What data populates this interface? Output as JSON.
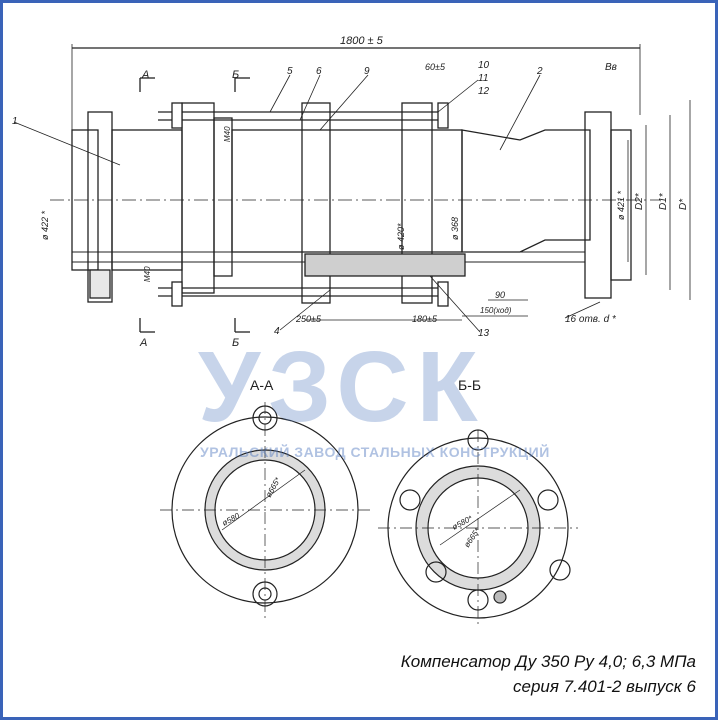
{
  "drawing": {
    "dimensions": {
      "overall_length": "1800 ± 5",
      "dim_60": "60±5",
      "dim_250": "250±5",
      "dim_180": "180±5",
      "dim_90": "90",
      "dim_150": "150(ход)",
      "d422": "ø 422 *",
      "d420": "ø 420*",
      "d368": "ø 368",
      "d421": "ø 421 *",
      "D2": "D2*",
      "D1": "D1*",
      "D": "D*",
      "B0": "Bв",
      "holes": "16 отв. d *",
      "m40_top": "М40",
      "m40_bot": "М40",
      "d580_a": "ø580",
      "d665_a": "ø665*",
      "d580_b": "ø580*",
      "d665_b": "ø665*"
    },
    "callouts": {
      "c1": "1",
      "c2": "2",
      "c4": "4",
      "c5": "5",
      "c6": "6",
      "c9": "9",
      "c10": "10",
      "c11": "11",
      "c12": "12",
      "c13": "13"
    },
    "section_marks": {
      "a_top": "А",
      "b_top": "Б",
      "a_bot": "А",
      "b_bot": "Б"
    },
    "section_titles": {
      "aa": "А-А",
      "bb": "Б-Б"
    }
  },
  "watermark": {
    "big": "УЗСК",
    "small": "УРАЛЬСКИЙ ЗАВОД СТАЛЬНЫХ КОНСТРУКЦИЙ"
  },
  "caption": {
    "line1": "Компенсатор Ду 350 Ру 4,0; 6,3 МПа",
    "line2": "серия 7.401-2 выпуск 6"
  },
  "colors": {
    "border": "#3a63b8",
    "watermark": "#5078be"
  }
}
